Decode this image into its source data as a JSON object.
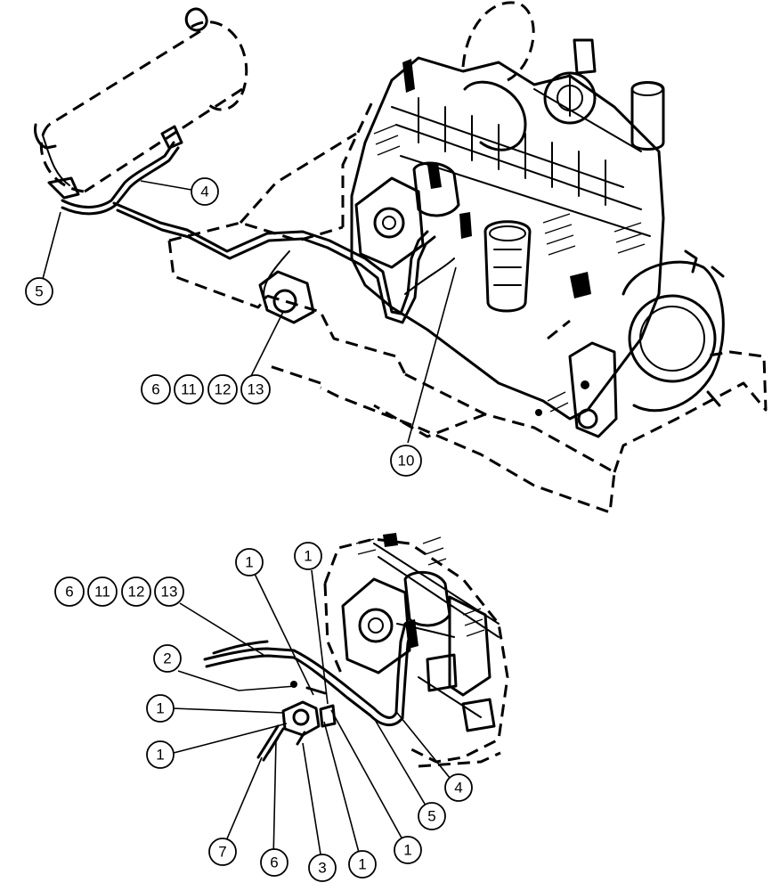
{
  "callouts_upper": [
    {
      "id": "c4_top",
      "label": "4"
    },
    {
      "id": "c5_top",
      "label": "5"
    },
    {
      "id": "c6_top",
      "label": "6"
    },
    {
      "id": "c11_top",
      "label": "11"
    },
    {
      "id": "c12_top",
      "label": "12"
    },
    {
      "id": "c13_top",
      "label": "13"
    },
    {
      "id": "c10_top",
      "label": "10"
    }
  ],
  "callouts_lower": [
    {
      "id": "c1_a",
      "label": "1"
    },
    {
      "id": "c1_b",
      "label": "1"
    },
    {
      "id": "c6_bot",
      "label": "6"
    },
    {
      "id": "c11_bot",
      "label": "11"
    },
    {
      "id": "c12_bot",
      "label": "12"
    },
    {
      "id": "c13_bot",
      "label": "13"
    },
    {
      "id": "c2_bot",
      "label": "2"
    },
    {
      "id": "c1_c",
      "label": "1"
    },
    {
      "id": "c1_d",
      "label": "1"
    },
    {
      "id": "c4_bot",
      "label": "4"
    },
    {
      "id": "c5_bot",
      "label": "5"
    },
    {
      "id": "c1_e",
      "label": "1"
    },
    {
      "id": "c7_bot",
      "label": "7"
    },
    {
      "id": "c6_bot2",
      "label": "6"
    },
    {
      "id": "c3_bot",
      "label": "3"
    },
    {
      "id": "c1_f",
      "label": "1"
    }
  ]
}
